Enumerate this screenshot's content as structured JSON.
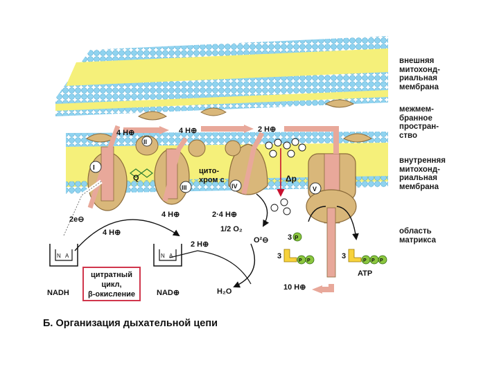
{
  "side_labels": {
    "outer_membrane": "внешняя\nмитохонд-\nриальная\nмембрана",
    "intermembrane_space": "межмем-\nбранное\nпростран-\nство",
    "inner_membrane": "внутренняя\nмитохонд-\nриальная\nмембрана",
    "matrix": "область\nматрикса"
  },
  "complex_labels": {
    "I": "I",
    "II": "II",
    "III": "III",
    "IV": "IV",
    "V": "V",
    "Q": "Q"
  },
  "proton_labels": {
    "ims_4h_left": "4 H⊕",
    "ims_4h_right": "4 H⊕",
    "ims_2h": "2 H⊕",
    "matrix_4h_a": "4 H⊕",
    "matrix_4h_b": "4 H⊕",
    "matrix_2_4h": "2·4 H⊕",
    "matrix_2h": "2 H⊕",
    "matrix_10h": "10 H⊕"
  },
  "chemistry_labels": {
    "electrons": "2e⊖",
    "cytochrome": "цито-\nхром c",
    "delta_p": "Δp",
    "half_o2": "1/2 O₂",
    "o2_minus": "O²⊖",
    "water": "H₂O",
    "nadh": "NADH",
    "nad": "NAD⊕",
    "phosphate_count": "3",
    "phosphate": "P",
    "adp_count": "3",
    "atp_count": "3",
    "atp": "ATP",
    "complex_n": "N",
    "complex_a": "A"
  },
  "citrate_box": {
    "line1": "цитратный",
    "line2": "цикл,",
    "line3": "β-окисление"
  },
  "caption": "Б. Организация дыхательной цепи",
  "colors": {
    "membrane_yellow": "#f5f07a",
    "lipid_head_blue": "#8fd3f0",
    "protein_tan": "#d9b77a",
    "pathway_pink": "#e8a89a",
    "citrate_border": "#d0354b",
    "phosphate_green": "#8cc63f",
    "atp_yellow": "#f7d23c"
  }
}
